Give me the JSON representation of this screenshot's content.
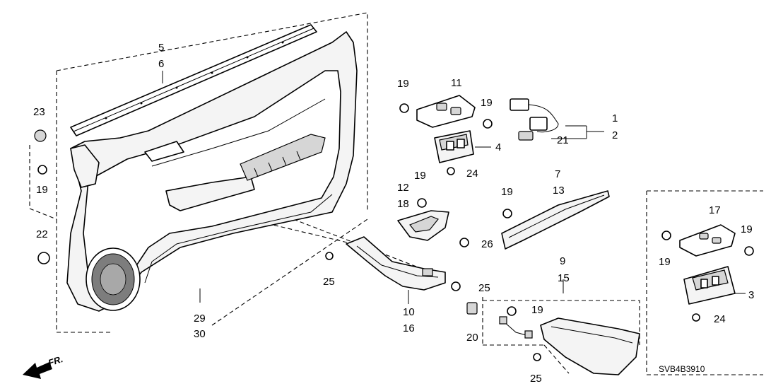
{
  "callouts": {
    "n1": "1",
    "n2": "2",
    "n3": "3",
    "n4": "4",
    "n5": "5",
    "n6": "6",
    "n7": "7",
    "n9": "9",
    "n10": "10",
    "n11": "11",
    "n12": "12",
    "n13": "13",
    "n15": "15",
    "n16": "16",
    "n17": "17",
    "n18": "18",
    "n19a": "19",
    "n19b": "19",
    "n19c": "19",
    "n19d": "19",
    "n19e": "19",
    "n19f": "19",
    "n19g": "19",
    "n19h": "19",
    "n20": "20",
    "n21": "21",
    "n22": "22",
    "n23": "23",
    "n24a": "24",
    "n24b": "24",
    "n25a": "25",
    "n25b": "25",
    "n25c": "25",
    "n26": "26",
    "n29": "29",
    "n30": "30"
  },
  "diagram_code": "SVB4B3910",
  "front_marker": "FR.",
  "icons": [
    "fastener-icon",
    "screw-icon",
    "clip-icon",
    "front-arrow-icon"
  ]
}
